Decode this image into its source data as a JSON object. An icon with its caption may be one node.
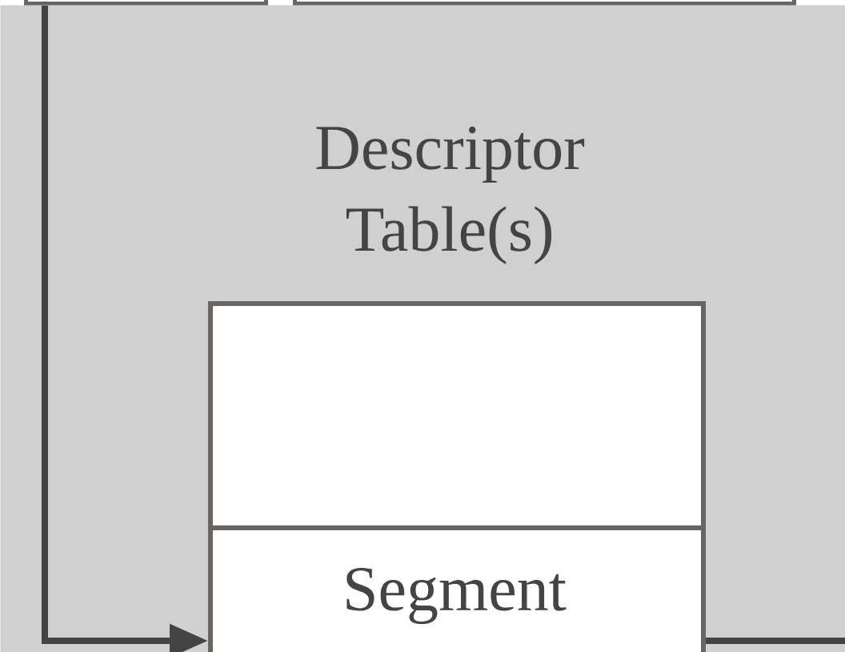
{
  "diagram": {
    "nodes": [
      {
        "text": [],
        "shape": "box"
      },
      {
        "text": [],
        "shape": "box"
      },
      {
        "text": [
          "Descriptor Table(s)"
        ]
      },
      {
        "text": [],
        "shape": "box",
        "in": 2
      },
      {
        "text": [
          "Segment"
        ],
        "in": 2
      }
    ],
    "edges": [
      {
        "from": 0,
        "to": 4,
        "arrow": "to"
      },
      {
        "from": 4,
        "to": null,
        "arrow": "none"
      }
    ]
  }
}
